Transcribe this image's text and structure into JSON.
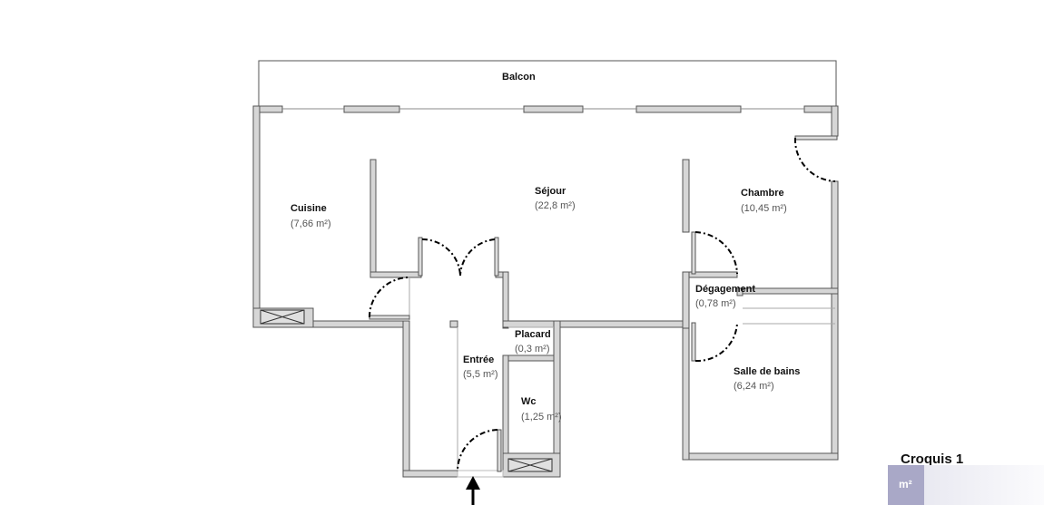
{
  "plan": {
    "balcony_label": "Balcon",
    "rooms": [
      {
        "name": "Cuisine",
        "area": "(7,66 m²)"
      },
      {
        "name": "Séjour",
        "area": "(22,8 m²)"
      },
      {
        "name": "Chambre",
        "area": "(10,45 m²)"
      },
      {
        "name": "Dégagement",
        "area": "(0,78 m²)"
      },
      {
        "name": "Placard",
        "area": "(0,3 m²)"
      },
      {
        "name": "Entrée",
        "area": "(5,5 m²)"
      },
      {
        "name": "Wc",
        "area": "(1,25 m²)"
      },
      {
        "name": "Salle de bains",
        "area": "(6,24 m²)"
      }
    ]
  },
  "sheet": {
    "title": "Croquis 1",
    "logo_text": "m²"
  },
  "colors": {
    "wall_fill": "#d6d6d6",
    "wall_stroke": "#555555",
    "door_swing": "#000000"
  },
  "icons": [
    "entrance-arrow-icon",
    "ventilation-icon"
  ]
}
